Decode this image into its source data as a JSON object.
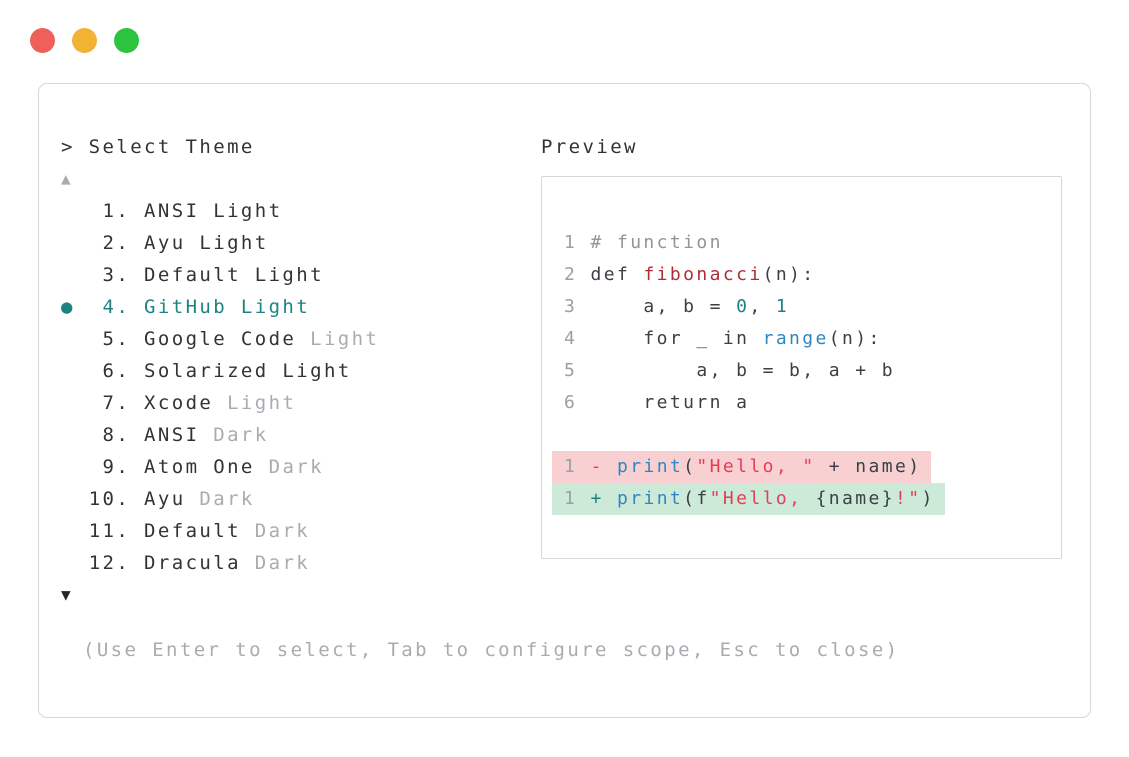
{
  "window": {
    "traffic_lights": [
      {
        "name": "close",
        "color": "#f0605b"
      },
      {
        "name": "minimize",
        "color": "#f2b335"
      },
      {
        "name": "zoom",
        "color": "#2cc33e"
      }
    ]
  },
  "selector": {
    "prompt": "> Select Theme",
    "scroll_up_icon": "▲",
    "scroll_down_icon": "▼",
    "items": [
      {
        "number": " 1.",
        "name": "ANSI Light",
        "suffix": "",
        "selected": false
      },
      {
        "number": " 2.",
        "name": "Ayu Light",
        "suffix": "",
        "selected": false
      },
      {
        "number": " 3.",
        "name": "Default Light",
        "suffix": "",
        "selected": false
      },
      {
        "number": " 4.",
        "name": "GitHub Light",
        "suffix": "",
        "selected": true
      },
      {
        "number": " 5.",
        "name": "Google Code",
        "suffix": "Light",
        "selected": false
      },
      {
        "number": " 6.",
        "name": "Solarized Light",
        "suffix": "",
        "selected": false
      },
      {
        "number": " 7.",
        "name": "Xcode",
        "suffix": "Light",
        "selected": false
      },
      {
        "number": " 8.",
        "name": "ANSI",
        "suffix": "Dark",
        "selected": false
      },
      {
        "number": " 9.",
        "name": "Atom One",
        "suffix": "Dark",
        "selected": false
      },
      {
        "number": "10.",
        "name": "Ayu",
        "suffix": "Dark",
        "selected": false
      },
      {
        "number": "11.",
        "name": "Default",
        "suffix": "Dark",
        "selected": false
      },
      {
        "number": "12.",
        "name": "Dracula",
        "suffix": "Dark",
        "selected": false
      }
    ],
    "selected_bullet": "●"
  },
  "preview": {
    "label": "Preview",
    "lines": [
      {
        "num": "1",
        "diff": "",
        "tokens": [
          [
            "# function",
            "comment"
          ]
        ]
      },
      {
        "num": "2",
        "diff": "",
        "tokens": [
          [
            "def ",
            "plain"
          ],
          [
            "fibonacci",
            "function"
          ],
          [
            "(n):",
            "plain"
          ]
        ]
      },
      {
        "num": "3",
        "diff": "",
        "tokens": [
          [
            "    a, b = ",
            "plain"
          ],
          [
            "0",
            "number"
          ],
          [
            ", ",
            "plain"
          ],
          [
            "1",
            "number"
          ]
        ]
      },
      {
        "num": "4",
        "diff": "",
        "tokens": [
          [
            "    for _ in ",
            "plain"
          ],
          [
            "range",
            "builtin"
          ],
          [
            "(n):",
            "plain"
          ]
        ]
      },
      {
        "num": "5",
        "diff": "",
        "tokens": [
          [
            "        a, b = b, a + b",
            "plain"
          ]
        ]
      },
      {
        "num": "6",
        "diff": "",
        "tokens": [
          [
            "    return a",
            "plain"
          ]
        ]
      },
      {
        "num": "",
        "diff": "",
        "tokens": []
      },
      {
        "num": "1",
        "diff": "removed",
        "tokens": [
          [
            "-",
            "string"
          ],
          [
            " ",
            "plain"
          ],
          [
            "print",
            "builtin"
          ],
          [
            "(",
            "plain"
          ],
          [
            "\"Hello, \"",
            "string"
          ],
          [
            " + name)",
            "plain"
          ]
        ]
      },
      {
        "num": "1",
        "diff": "added",
        "tokens": [
          [
            "+",
            "number"
          ],
          [
            " ",
            "plain"
          ],
          [
            "print",
            "builtin"
          ],
          [
            "(f",
            "plain"
          ],
          [
            "\"Hello, ",
            "string"
          ],
          [
            "{name}",
            "plain"
          ],
          [
            "!\"",
            "string"
          ],
          [
            ")",
            "plain"
          ]
        ]
      }
    ]
  },
  "footer": {
    "hint": "(Use Enter to select, Tab to configure scope, Esc to close)"
  },
  "colors": {
    "accent_teal": "#1d8381",
    "text_dark": "#2f3439",
    "text_gray": "#a8acb1",
    "code_plain": "#3a4046",
    "line_number": "#9aa0a6",
    "comment": "#8e988e",
    "function_red": "#b12b38",
    "string_red": "#e23e58",
    "builtin_blue": "#2f86c2",
    "number_teal": "#1d8381",
    "diff_removed_bg": "#f8d0d2",
    "diff_added_bg": "#cde9d8",
    "panel_border": "#d5d7da"
  }
}
